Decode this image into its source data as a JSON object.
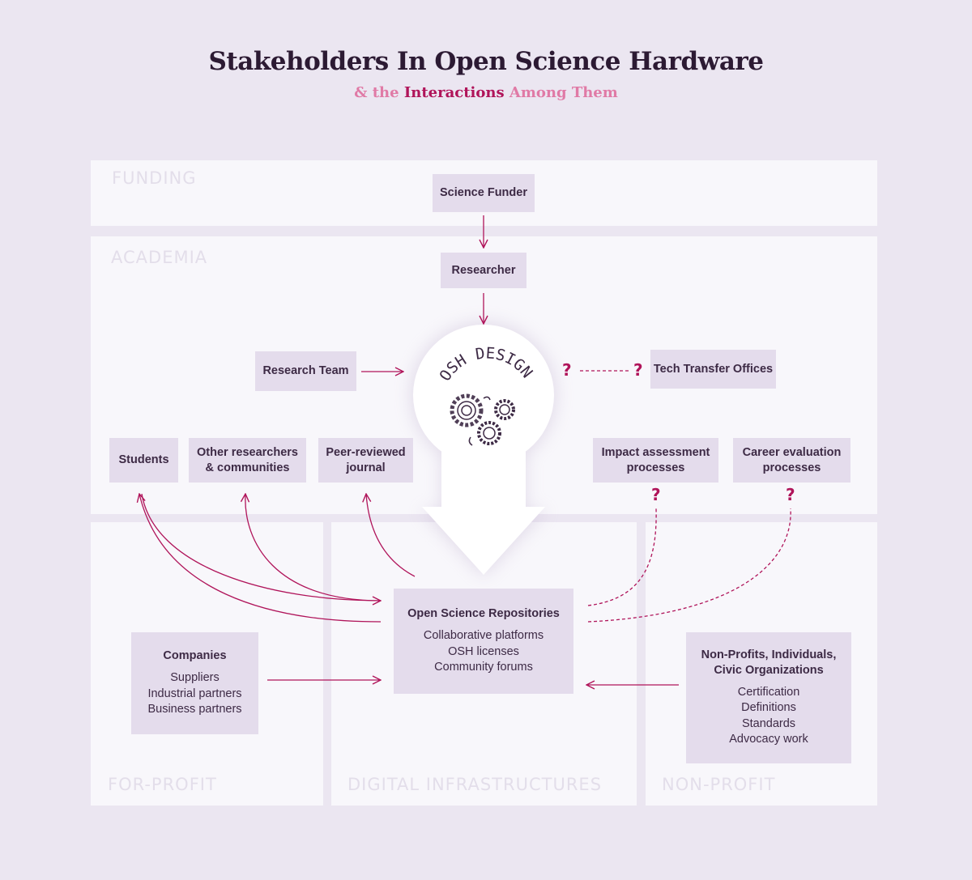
{
  "title": "Stakeholders In Open Science Hardware",
  "subtitle": {
    "pre": "& the ",
    "highlight": "Interactions",
    "post": " Among Them"
  },
  "zones": {
    "funding": "FUNDING",
    "academia": "ACADEMIA",
    "for_profit": "FOR-PROFIT",
    "digital": "DIGITAL INFRASTRUCTURES",
    "non_profit": "NON-PROFIT"
  },
  "nodes": {
    "science_funder": "Science Funder",
    "researcher": "Researcher",
    "research_team": "Research Team",
    "osh_design": "OSH DESIGN",
    "tech_transfer": "Tech Transfer Offices",
    "students": "Students",
    "other_researchers": [
      "Other researchers",
      "& communities"
    ],
    "peer_reviewed": [
      "Peer-reviewed",
      "journal"
    ],
    "impact_assessment": [
      "Impact assessment",
      "processes"
    ],
    "career_evaluation": [
      "Career evaluation",
      "processes"
    ],
    "repositories": {
      "title": "Open Science Repositories",
      "items": [
        "Collaborative platforms",
        "OSH licenses",
        "Community forums"
      ]
    },
    "companies": {
      "title": "Companies",
      "items": [
        "Suppliers",
        "Industrial partners",
        "Business partners"
      ]
    },
    "non_profits": {
      "title": [
        "Non-Profits, Individuals,",
        "Civic Organizations"
      ],
      "items": [
        "Certification",
        "Definitions",
        "Standards",
        "Advocacy work"
      ]
    }
  },
  "question_mark": "?",
  "colors": {
    "background": "#ebe6f1",
    "zone": "#f8f7fb",
    "box": "#e4dcec",
    "accent": "#b0145a",
    "subtitle": "#e07aa6",
    "text": "#3d2a45"
  }
}
